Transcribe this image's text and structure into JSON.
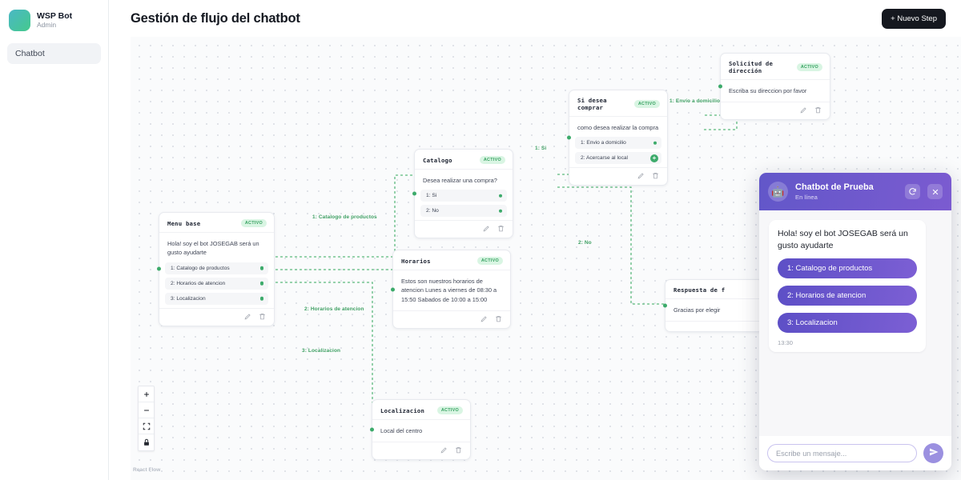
{
  "sidebar": {
    "brand": {
      "title": "WSP Bot",
      "subtitle": "Admin",
      "logo_icon": "app-logo"
    },
    "items": [
      {
        "label": "Chatbot"
      }
    ]
  },
  "header": {
    "title": "Gestión de flujo del chatbot",
    "new_step_label": "+ Nuevo Step"
  },
  "canvas": {
    "attribution": "React Flow",
    "controls": [
      {
        "name": "zoom-in",
        "glyph": "+"
      },
      {
        "name": "zoom-out",
        "glyph": "−"
      },
      {
        "name": "fit-view",
        "glyph": "fit"
      },
      {
        "name": "lock",
        "glyph": "lock"
      }
    ],
    "badge_label": "ACTIVO",
    "nodes": [
      {
        "id": "menu-base",
        "title": "Menu base",
        "status": "ACTIVO",
        "message": "Hola! soy el bot JOSEGAB será un gusto ayudarte",
        "options": [
          {
            "label": "1: Catalogo de productos"
          },
          {
            "label": "2: Horarios de atencion"
          },
          {
            "label": "3: Localizacion"
          }
        ]
      },
      {
        "id": "catalogo",
        "title": "Catalogo",
        "status": "ACTIVO",
        "message": "Desea realizar una compra?",
        "options": [
          {
            "label": "1: Si"
          },
          {
            "label": "2: No"
          }
        ]
      },
      {
        "id": "horarios",
        "title": "Horarios",
        "status": "ACTIVO",
        "message": "Estos son nuestros horarios de atencion Lunes a viernes de 08:30 a 15:50 Sabados de 10:00 a 15:00",
        "options": []
      },
      {
        "id": "si-desea-comprar",
        "title": "Si desea comprar",
        "status": "ACTIVO",
        "message": "como desea realizar la compra",
        "options": [
          {
            "label": "1: Envio a domicilio"
          },
          {
            "label": "2: Acercarse al local"
          }
        ]
      },
      {
        "id": "solicitud-direccion",
        "title": "Solicitud de dirección",
        "status": "ACTIVO",
        "message": "Escriba su direccion por favor",
        "options": []
      },
      {
        "id": "respuesta-final",
        "title": "Respuesta de f",
        "status": "",
        "message": "Gracias por elegir",
        "options": []
      },
      {
        "id": "localizacion",
        "title": "Localizacion",
        "status": "ACTIVO",
        "message": "Local del centro",
        "options": []
      }
    ],
    "edge_labels": [
      {
        "id": "e1",
        "text": "1: Catalogo de productos"
      },
      {
        "id": "e2",
        "text": "2: Horarios de atencion"
      },
      {
        "id": "e3",
        "text": "3: Localizacion"
      },
      {
        "id": "e4",
        "text": "1: Si"
      },
      {
        "id": "e5",
        "text": "2: No"
      },
      {
        "id": "e6",
        "text": "1: Envío a domicilio"
      }
    ],
    "edge_color": "#5cba7d"
  },
  "chat": {
    "name": "Chatbot de Prueba",
    "status": "En línea",
    "avatar_icon": "robot-avatar",
    "refresh_icon": "refresh-icon",
    "close_icon": "close-icon",
    "message": "Hola! soy el bot JOSEGAB será un gusto ayudarte",
    "quick_replies": [
      {
        "label": "1: Catalogo de productos"
      },
      {
        "label": "2: Horarios de atencion"
      },
      {
        "label": "3: Localizacion"
      }
    ],
    "time": "13:30",
    "input_placeholder": "Escribe un mensaje...",
    "input_value": "",
    "send_icon": "send-icon",
    "accent": "#6257c9"
  }
}
